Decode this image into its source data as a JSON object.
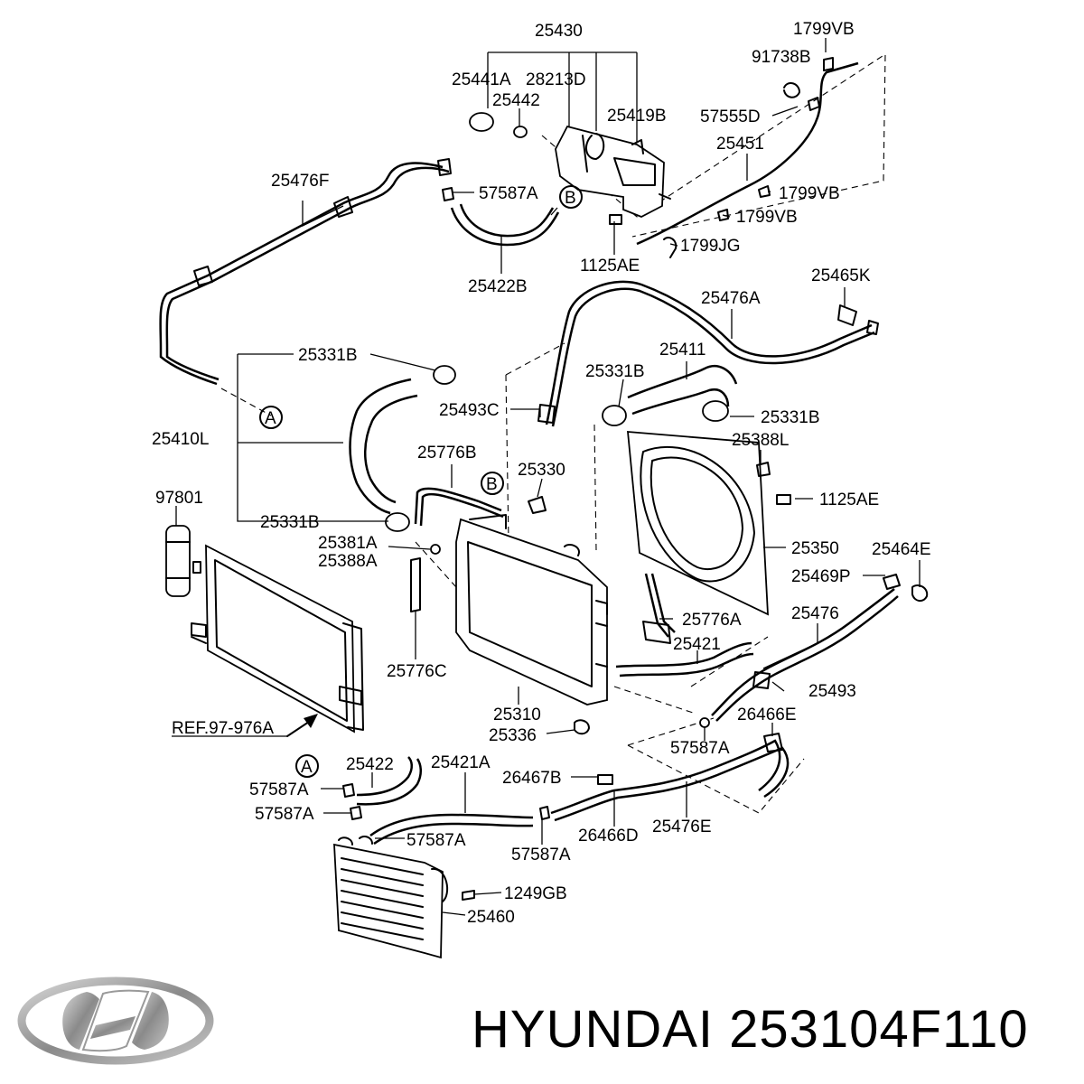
{
  "labels": [
    "25430",
    "1799VB",
    "25441A",
    "28213D",
    "91738B",
    "25442",
    "25419B",
    "57555D",
    "25476F",
    "25451",
    "57587A",
    "B",
    "1799VB",
    "1799VB",
    "1799JG",
    "1125AE",
    "25422B",
    "25465K",
    "25476A",
    "25331B",
    "25411",
    "25331B",
    "25493C",
    "A",
    "25331B",
    "25410L",
    "25776B",
    "25388L",
    "25330",
    "B",
    "97801",
    "1125AE",
    "25331B",
    "25381A",
    "25350",
    "25388A",
    "25464E",
    "25469P",
    "25776A",
    "25476",
    "25421",
    "25776C",
    "25493",
    "REF.97-976A",
    "25310",
    "26466E",
    "25336",
    "57587A",
    "A",
    "25422",
    "25421A",
    "57587A",
    "26467B",
    "57587A",
    "57587A",
    "26466D",
    "25476E",
    "57587A",
    "1249GB",
    "25460"
  ],
  "footer": {
    "brand": "HYUNDAI",
    "part_number": "253104F110"
  },
  "logo": {
    "icon": "hyundai-logo-icon",
    "color": "#8a8a8a"
  }
}
